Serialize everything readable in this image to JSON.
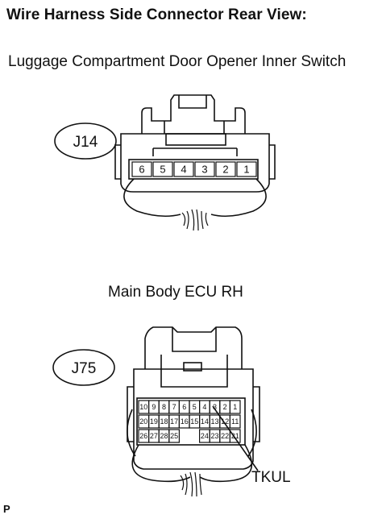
{
  "title": "Wire Harness Side Connector Rear View:",
  "connector1": {
    "name": "Luggage Compartment Door Opener Inner Switch",
    "id": "J14",
    "pins": [
      "6",
      "5",
      "4",
      "3",
      "2",
      "1"
    ]
  },
  "connector2": {
    "name": "Main Body ECU RH",
    "id": "J75",
    "row1": [
      "10",
      "9",
      "8",
      "7",
      "6",
      "5",
      "4",
      "3",
      "2",
      "1"
    ],
    "row2": [
      "20",
      "19",
      "18",
      "17",
      "16",
      "15",
      "14",
      "13",
      "12",
      "11"
    ],
    "row3_left": [
      "26",
      "27",
      "28",
      "25"
    ],
    "row3_right": [
      "24",
      "23",
      "22",
      "21"
    ],
    "terminal_label": "TKUL"
  },
  "footer": "P"
}
